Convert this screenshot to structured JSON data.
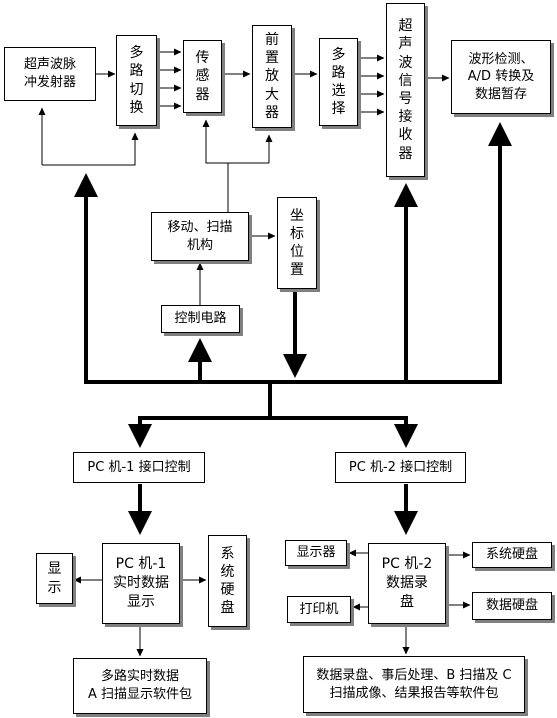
{
  "diagram": {
    "nodes": {
      "pulse_emitter": "超声波脉\n冲发射器",
      "mux_switch": "多\n路\n切\n换",
      "sensor": "传\n感\n器",
      "preamp": "前\n置\n放\n大\n器",
      "mux_select": "多\n路\n选\n择",
      "us_receiver": "超\n声\n波\n信\n号\n接\n收\n器",
      "waveform": "波形检测、\nA/D  转换及\n数据暂存",
      "scan_mech": "移动、扫描\n机构",
      "coord": "坐\n标\n位\n置",
      "control": "控制电路",
      "pc1_if": "PC 机-1 接口控制",
      "pc2_if": "PC 机-2 接口控制",
      "display1": "显\n示",
      "pc1": "PC 机-1\n实时数据\n显示",
      "sys_disk1": "系\n统\n硬\n盘",
      "display2": "显示器",
      "printer": "打印机",
      "pc2": "PC 机-2\n数据录\n盘",
      "sys_disk2": "系统硬盘",
      "data_disk": "数据硬盘",
      "sw1": "多路实时数据\nA 扫描显示软件包",
      "sw2": "数据录盘、事后处理、B 扫描及 C\n扫描成像、结果报告等软件包"
    }
  }
}
